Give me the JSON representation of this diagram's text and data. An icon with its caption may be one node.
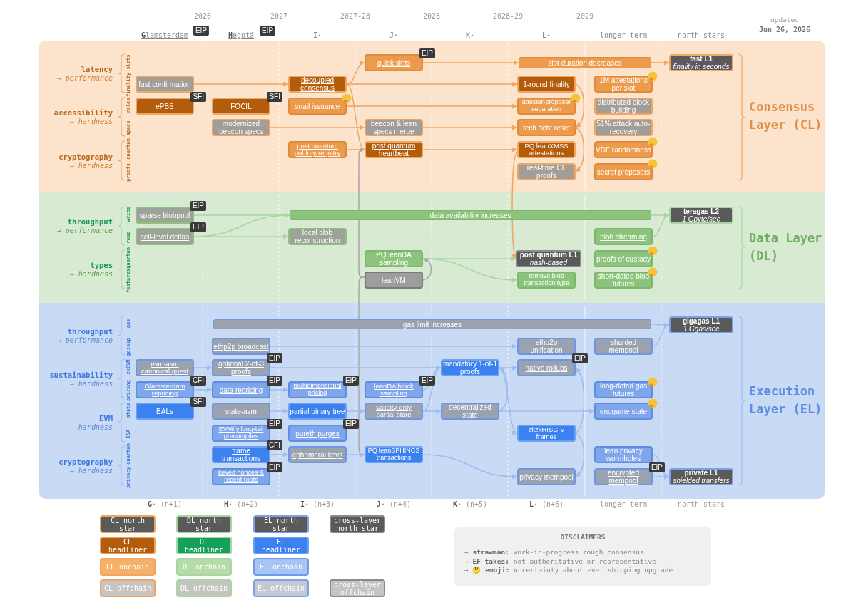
{
  "diagram": {
    "nodes": [
      {
        "text": [
          "Consensus Layer (CL)"
        ]
      },
      {
        "text": [
          "Data Layer (DL)"
        ]
      },
      {
        "text": [
          "Execution Layer (EL)"
        ]
      },
      {
        "text": [
          "quick slots"
        ],
        "in": 0,
        "beside": [
          "EIP"
        ]
      },
      {
        "text": [
          "slot duration decreases"
        ],
        "in": 0
      },
      {
        "text": [
          "fast L1",
          "finality in seconds"
        ],
        "in": 0
      },
      {
        "text": [
          "fast confirmation"
        ],
        "in": 0
      },
      {
        "text": [
          "decoupled consensus"
        ],
        "in": 0
      },
      {
        "text": [
          "1-round finality"
        ],
        "in": 0
      },
      {
        "text": [
          "1M attestations per slot"
        ],
        "in": 0
      },
      {
        "text": [
          "ePBS"
        ],
        "in": 0,
        "beside": [
          "SFI"
        ]
      },
      {
        "text": [
          "FOCIL"
        ],
        "in": 0,
        "beside": [
          "SFI"
        ]
      },
      {
        "text": [
          "snail issuance"
        ],
        "in": 0
      },
      {
        "text": [
          "attester-proposer separation"
        ],
        "in": 0
      },
      {
        "text": [
          "distributed block building"
        ],
        "in": 0
      },
      {
        "text": [
          "modernized beacon specs"
        ],
        "in": 0
      },
      {
        "text": [
          "beacon & lean specs merge"
        ],
        "in": 0
      },
      {
        "text": [
          "tech debt reset"
        ],
        "in": 0
      },
      {
        "text": [
          "51% attack auto-recovery"
        ],
        "in": 0
      },
      {
        "text": [
          "post quantum pubkey registry"
        ],
        "in": 0
      },
      {
        "text": [
          "post quantum heartbeat"
        ],
        "in": 0
      },
      {
        "text": [
          "PQ leanXMSS attestations"
        ],
        "in": 0
      },
      {
        "text": [
          "VDF randomness"
        ],
        "in": 0
      },
      {
        "text": [
          "real-time CL proofs"
        ],
        "in": 0
      },
      {
        "text": [
          "secret proposers"
        ],
        "in": 0
      },
      {
        "text": [
          "sparse blobpool"
        ],
        "in": 1,
        "beside": [
          "EIP"
        ]
      },
      {
        "text": [
          "data availability increases"
        ],
        "in": 1
      },
      {
        "text": [
          "teragas L2",
          "1 Gbyte/sec"
        ],
        "in": 1
      },
      {
        "text": [
          "cell-level deltas"
        ],
        "in": 1,
        "beside": [
          "EIP"
        ]
      },
      {
        "text": [
          "local blob reconstruction"
        ],
        "in": 1
      },
      {
        "text": [
          "blob streaming"
        ],
        "in": 1
      },
      {
        "text": [
          "PQ leanDA sampling"
        ],
        "in": 1
      },
      {
        "text": [
          "post quantum L1",
          "hash-based"
        ],
        "in": 1
      },
      {
        "text": [
          "proofs of custody"
        ],
        "in": 1
      },
      {
        "text": [
          "leanVM"
        ],
        "in": 1
      },
      {
        "text": [
          "remove blob transaction type"
        ],
        "in": 1
      },
      {
        "text": [
          "short-dated blob futures"
        ],
        "in": 1
      },
      {
        "text": [
          "gas limit increases"
        ],
        "in": 2
      },
      {
        "text": [
          "gigagas L1",
          "1 Ggas/sec"
        ],
        "in": 2
      },
      {
        "text": [
          "ethp2p broadcast"
        ],
        "in": 2
      },
      {
        "text": [
          "ethp2p unification"
        ],
        "in": 2
      },
      {
        "text": [
          "sharded mempool"
        ],
        "in": 2
      },
      {
        "text": [
          "evm-asm canonical guest"
        ],
        "in": 2
      },
      {
        "text": [
          "optional 2-of-3 proofs"
        ],
        "in": 2,
        "beside": [
          "EIP"
        ]
      },
      {
        "text": [
          "mandatory 1-of-1 proofs"
        ],
        "in": 2
      },
      {
        "text": [
          "native rollups"
        ],
        "in": 2,
        "beside": [
          "EIP"
        ]
      },
      {
        "text": [
          "Glamsterdam repricing"
        ],
        "in": 2,
        "beside": [
          "CFI"
        ]
      },
      {
        "text": [
          "data repricing"
        ],
        "in": 2,
        "beside": [
          "EIP"
        ]
      },
      {
        "text": [
          "multidimensional pricing"
        ],
        "in": 2,
        "beside": [
          "EIP"
        ]
      },
      {
        "text": [
          "leanDA block sampling"
        ],
        "in": 2,
        "beside": [
          "EIP"
        ]
      },
      {
        "text": [
          "long-dated gas futures"
        ],
        "in": 2
      },
      {
        "text": [
          "BALs"
        ],
        "in": 2,
        "beside": [
          "SFI"
        ]
      },
      {
        "text": [
          "state-asm"
        ],
        "in": 2
      },
      {
        "text": [
          "partial binary tree"
        ],
        "in": 2
      },
      {
        "text": [
          "validity-only partial state"
        ],
        "in": 2
      },
      {
        "text": [
          "decentralized state"
        ],
        "in": 2
      },
      {
        "text": [
          "endgame state"
        ],
        "in": 2
      },
      {
        "text": [
          "EVMify long-tail precompiles"
        ],
        "in": 2,
        "beside": [
          "EIP"
        ]
      },
      {
        "text": [
          "pureth purges"
        ],
        "in": 2,
        "beside": [
          "EIP"
        ]
      },
      {
        "text": [
          "zkzkRISC-V frames"
        ],
        "in": 2
      },
      {
        "text": [
          "frame transactions"
        ],
        "in": 2,
        "beside": [
          "CFI"
        ]
      },
      {
        "text": [
          "ephemeral keys"
        ],
        "in": 2
      },
      {
        "text": [
          "PQ leanSPHINCS transactions"
        ],
        "in": 2
      },
      {
        "text": [
          "lean privacy wormholes"
        ],
        "in": 2
      },
      {
        "text": [
          "keyed nonces & recent roots"
        ],
        "in": 2,
        "beside": [
          "EIP"
        ]
      },
      {
        "text": [
          "privacy mempool"
        ],
        "in": 2
      },
      {
        "text": [
          "encrypted mempool"
        ],
        "in": 2,
        "beside": [
          "EIP"
        ]
      },
      {
        "text": [
          "private L1",
          "shielded transfers"
        ],
        "in": 2
      },
      {
        "text": [
          "DISCLAIMERS",
          "→ **strawman:** work-in-progress rough consensus",
          "→ **EF takes:** not authoritative or representative",
          "→ 🤔 **emoji:** uncertainty about ever shipping upgrade"
        ]
      }
    ],
    "edges": [
      {
        "from": 6,
        "to": 7,
        "arrow": "to",
        "color": "#f0a560"
      },
      {
        "from": 7,
        "to": 3,
        "arrow": "to",
        "color": "#f0a560"
      },
      {
        "from": 7,
        "to": 8,
        "arrow": "to",
        "color": "#f0a560"
      },
      {
        "from": 7,
        "to": 20,
        "arrow": "to",
        "color": "#f0a560"
      },
      {
        "from": 3,
        "to": 4,
        "arrow": "to",
        "color": "#f0a560"
      },
      {
        "from": 4,
        "to": 5,
        "arrow": "to",
        "color": "#f0a560"
      },
      {
        "from": 12,
        "to": 13,
        "arrow": "to",
        "color": "#f0a560"
      },
      {
        "from": 15,
        "to": 16,
        "arrow": "to",
        "color": "#f0a560"
      },
      {
        "from": 16,
        "to": 17,
        "arrow": "to",
        "color": "#f0a560"
      },
      {
        "from": 19,
        "to": 20,
        "arrow": "to",
        "color": "#f0a560"
      },
      {
        "from": 20,
        "to": 21,
        "arrow": "to",
        "color": "#f0a560"
      },
      {
        "from": 8,
        "to": 17,
        "arrow": "to",
        "color": "#f0a560"
      },
      {
        "from": 17,
        "to": 23,
        "arrow": "to",
        "color": "#f0a560"
      },
      {
        "from": 21,
        "to": 32,
        "arrow": "to",
        "color": "#f0a560"
      },
      {
        "from": 25,
        "to": 26,
        "arrow": "to",
        "color": "#a8d5a0"
      },
      {
        "from": 28,
        "to": 26,
        "arrow": "to",
        "color": "#a8d5a0"
      },
      {
        "from": 28,
        "to": 29,
        "arrow": "to",
        "color": "#a8d5a0"
      },
      {
        "from": 26,
        "to": 27,
        "arrow": "to",
        "color": "#a8d5a0"
      },
      {
        "from": 30,
        "to": 27,
        "arrow": "to",
        "color": "#a8d5a0"
      },
      {
        "from": 31,
        "to": 32,
        "arrow": "to",
        "color": "#a8d5a0"
      },
      {
        "from": 31,
        "to": 35,
        "arrow": "to",
        "color": "#a8d5a0"
      },
      {
        "from": 34,
        "to": 31,
        "arrow": "to",
        "color": "#a8a8a8"
      },
      {
        "from": 34,
        "to": 20,
        "arrow": "to",
        "color": "#a8a8a8"
      },
      {
        "from": 34,
        "to": 62,
        "arrow": "to",
        "color": "#a8a8a8"
      },
      {
        "from": 37,
        "to": 38,
        "arrow": "to",
        "color": "#9dbcf0"
      },
      {
        "from": 41,
        "to": 38,
        "arrow": "to",
        "color": "#9dbcf0"
      },
      {
        "from": 39,
        "to": 40,
        "arrow": "to",
        "color": "#9dbcf0"
      },
      {
        "from": 42,
        "to": 43,
        "arrow": "to",
        "color": "#9dbcf0"
      },
      {
        "from": 43,
        "to": 44,
        "arrow": "to",
        "color": "#9dbcf0"
      },
      {
        "from": 46,
        "to": 47,
        "arrow": "to",
        "color": "#9dbcf0"
      },
      {
        "from": 47,
        "to": 48,
        "arrow": "to",
        "color": "#9dbcf0"
      },
      {
        "from": 49,
        "to": 44,
        "arrow": "to",
        "color": "#9dbcf0"
      },
      {
        "from": 54,
        "to": 44,
        "arrow": "to",
        "color": "#9dbcf0"
      },
      {
        "from": 52,
        "to": 53,
        "arrow": "to",
        "color": "#9dbcf0"
      },
      {
        "from": 53,
        "to": 54,
        "arrow": "to",
        "color": "#9dbcf0"
      },
      {
        "from": 54,
        "to": 55,
        "arrow": "to",
        "color": "#9dbcf0"
      },
      {
        "from": 55,
        "to": 44,
        "arrow": "to",
        "color": "#9dbcf0"
      },
      {
        "from": 44,
        "to": 45,
        "arrow": "to",
        "color": "#9dbcf0"
      },
      {
        "from": 44,
        "to": 59,
        "arrow": "to",
        "color": "#9dbcf0"
      },
      {
        "from": 55,
        "to": 56,
        "arrow": "to",
        "color": "#9dbcf0"
      },
      {
        "from": 59,
        "to": 45,
        "arrow": "to",
        "color": "#9dbcf0"
      },
      {
        "from": 59,
        "to": 65,
        "arrow": "to",
        "color": "#9dbcf0"
      },
      {
        "from": 60,
        "to": 61,
        "arrow": "to",
        "color": "#9dbcf0"
      },
      {
        "from": 61,
        "to": 62,
        "arrow": "to",
        "color": "#9dbcf0"
      },
      {
        "from": 62,
        "to": 65,
        "arrow": "to",
        "color": "#9dbcf0"
      },
      {
        "from": 63,
        "to": 67,
        "arrow": "to",
        "color": "#9dbcf0"
      },
      {
        "from": 66,
        "to": 67,
        "arrow": "to",
        "color": "#9dbcf0"
      }
    ],
    "labels": [
      "2026",
      "2027",
      "2027-28",
      "2028",
      "2028-29",
      "2029",
      "updated",
      "Jun 26, 2026",
      "**G**lamsterdam",
      "EIP",
      "**H**egotá",
      "EIP",
      "I⋆",
      "J⋆",
      "K⋆",
      "L⋆",
      "longer term",
      "north stars",
      "latency",
      "→ performance",
      "slots",
      "finality",
      "accessibility",
      "→ hardness",
      "roles",
      "specs",
      "cryptography",
      "→ hardness",
      "quantum",
      "proofs",
      "throughput",
      "→ performance",
      "write",
      "read",
      "types",
      "→ hardness",
      "quantum",
      "features",
      "throughput",
      "→ performance",
      "gas",
      "gossip",
      "sustainability",
      "→ hardness",
      "zkEVM",
      "pricing",
      "EVM",
      "→ hardness",
      "state",
      "ISA",
      "cryptography",
      "→ hardness",
      "quantum",
      "privacy",
      "**G**⋆ (n+1)",
      "**H**⋆ (n+2)",
      "**I**⋆ (n+3)",
      "**J**⋆ (n+4)",
      "**K**⋆ (n+5)",
      "**L**⋆ (n+6)",
      "longer term",
      "north stars"
    ],
    "legend": [
      {
        "text": "CL north star",
        "color": "#5a5a5a"
      },
      {
        "text": "CL headliner",
        "color": "#b35c0c"
      },
      {
        "text": "CL onchain",
        "color": "#f5b06a"
      },
      {
        "text": "CL offchain",
        "color": "#c8c4c0"
      },
      {
        "text": "DL north star",
        "color": "#5a5a5a"
      },
      {
        "text": "DL headliner",
        "color": "#17a05a"
      },
      {
        "text": "DL onchain",
        "color": "#b5dca8"
      },
      {
        "text": "DL offchain",
        "color": "#c4c4c0"
      },
      {
        "text": "EL north star",
        "color": "#5a5a5a"
      },
      {
        "text": "EL headliner",
        "color": "#3b82f0"
      },
      {
        "text": "EL onchain",
        "color": "#a6c4f4"
      },
      {
        "text": "EL offchain",
        "color": "#c4c8d0"
      },
      {
        "text": "cross-layer north star",
        "color": "#5a5a5a"
      },
      {
        "text": "cross-layer offchain",
        "color": "#c4c4c4"
      }
    ]
  }
}
